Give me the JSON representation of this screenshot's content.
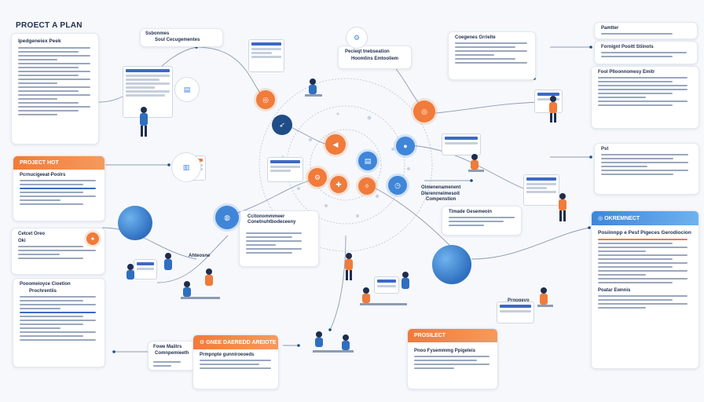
{
  "page": {
    "title": "PROECT A PLAN"
  },
  "cards": {
    "top_left": {
      "heading": "Ipedgeneiex Peek"
    },
    "project_hot": {
      "bar_label": "PROJECT HOT",
      "heading": "Pcrnucigeeat-Poolrs"
    },
    "left_small": {
      "heading": "Cetcet Oreo",
      "sub": "Oki"
    },
    "left_bottom": {
      "heading": "Pooomeioyce Cioetion",
      "sub": "Prochrentiis"
    },
    "top_center_left": {
      "line1": "Ssbonmes",
      "line2": "Soul Cecugementes"
    },
    "top_center_ribbon": {
      "line1": "Pecieqt tnebseation",
      "line2": "Hoomtins Emtooliem"
    },
    "top_center_right": {
      "heading": "Coegenes Grrielte"
    },
    "top_right_1": {
      "heading": "Pamtter"
    },
    "top_right_2": {
      "heading": "Fornignt Pooitt Stiinots"
    },
    "top_right_3": {
      "heading": "Fool Plloonnomesy Emitr"
    },
    "mid_right": {
      "heading": "Pst"
    },
    "center_note": {
      "line1": "Ccitonommmeer",
      "line2": "Conetnuhtbodeceeny"
    },
    "right_center_label": {
      "line1": "Oimenenamenent",
      "line2": "Dlerenrneimesoit",
      "line3": "Compenstion"
    },
    "right_center_label2": {
      "heading": "Timade Gesemeoin"
    },
    "right_big": {
      "bar_label": "OKREMNECT",
      "heading": "Posiinnpp e Pesf Pigeces Gerodiocion",
      "sub": "Poatar Ewnnis"
    },
    "bottom_center_orange": {
      "bar_label": "GNEE DAEREDD AREIOTE",
      "heading": "Prmpnpte gunniroeoeds"
    },
    "bottom_small": {
      "line1": "Fowe Maiitrs",
      "line2": "Comnpemieeth"
    },
    "bottom_right_card": {
      "bar_label": "PROSILECT",
      "heading": "Pnoo Fysemmmg Ppigeleis"
    },
    "small_label_a": {
      "text": "Ahteosne"
    },
    "small_label_b": {
      "text": "Prnogeyo"
    }
  },
  "colors": {
    "accent_orange": "#f07b3a",
    "accent_blue": "#3f86d9",
    "navy": "#1f2d4d",
    "line_gray": "#9aa7bd"
  },
  "icons": [
    "chart-icon",
    "gear-icon",
    "target-icon",
    "rocket-icon",
    "lightbulb-icon",
    "megaphone-icon",
    "puzzle-icon",
    "clock-icon",
    "globe-icon",
    "user-icon"
  ]
}
